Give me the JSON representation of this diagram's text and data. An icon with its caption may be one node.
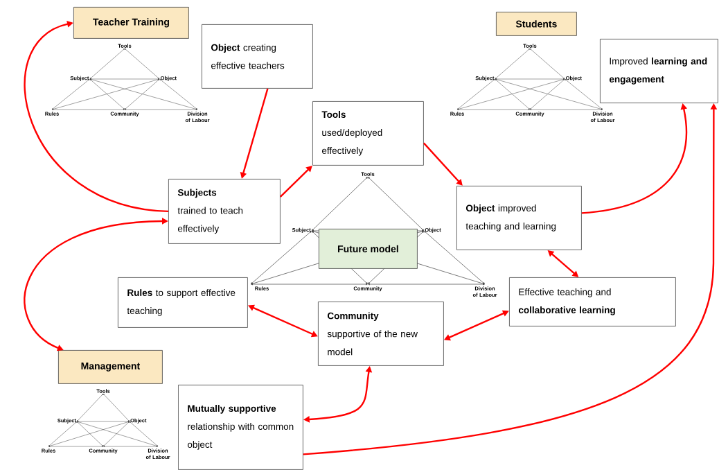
{
  "diagram": {
    "nodes": [
      {
        "text": [
          "Teacher Training"
        ]
      },
      {
        "text": [
          "**Object** creating effective teachers"
        ]
      },
      {
        "text": [
          "Students"
        ]
      },
      {
        "text": [
          "Improved **learning and engagement**"
        ]
      },
      {
        "text": [
          "Tools",
          "used/deployed effectively"
        ]
      },
      {
        "text": [
          "Subjects",
          "trained to teach effectively"
        ]
      },
      {
        "text": [
          "**Object** improved teaching and learning"
        ]
      },
      {
        "text": [
          "Future model"
        ]
      },
      {
        "text": [
          "**Rules** to support effective teaching"
        ]
      },
      {
        "text": [
          "Effective teaching and **collaborative learning**"
        ]
      },
      {
        "text": [
          "Community",
          "supportive of the new model"
        ]
      },
      {
        "text": [
          "Management"
        ]
      },
      {
        "text": [
          "Mutually supportive",
          "relationship with common object"
        ]
      }
    ],
    "edges": [
      {
        "from": 5,
        "to": 0,
        "arrow": "to"
      },
      {
        "from": 1,
        "to": 5,
        "arrow": "to"
      },
      {
        "from": 5,
        "to": 4,
        "arrow": "to"
      },
      {
        "from": 4,
        "to": 6,
        "arrow": "to"
      },
      {
        "from": 6,
        "to": 3,
        "arrow": "to"
      },
      {
        "from": 5,
        "to": 11,
        "arrow": "both"
      },
      {
        "from": 6,
        "to": 9,
        "arrow": "both"
      },
      {
        "from": 8,
        "to": 10,
        "arrow": "both"
      },
      {
        "from": 10,
        "to": 9,
        "arrow": "both"
      },
      {
        "from": 12,
        "to": 10,
        "arrow": "both"
      },
      {
        "from": 12,
        "to": 3,
        "arrow": "to"
      }
    ],
    "labels": [
      "Tools",
      "Subject",
      "Object",
      "Rules",
      "Community",
      "Division of Labour",
      "Tools",
      "Subject",
      "Object",
      "Rules",
      "Community",
      "Division of Labour",
      "Tools",
      "Subject",
      "Object",
      "Rules",
      "Community",
      "Division of Labour",
      "Tools",
      "Subject",
      "Object",
      "Rules",
      "Community",
      "Division of Labour"
    ]
  }
}
